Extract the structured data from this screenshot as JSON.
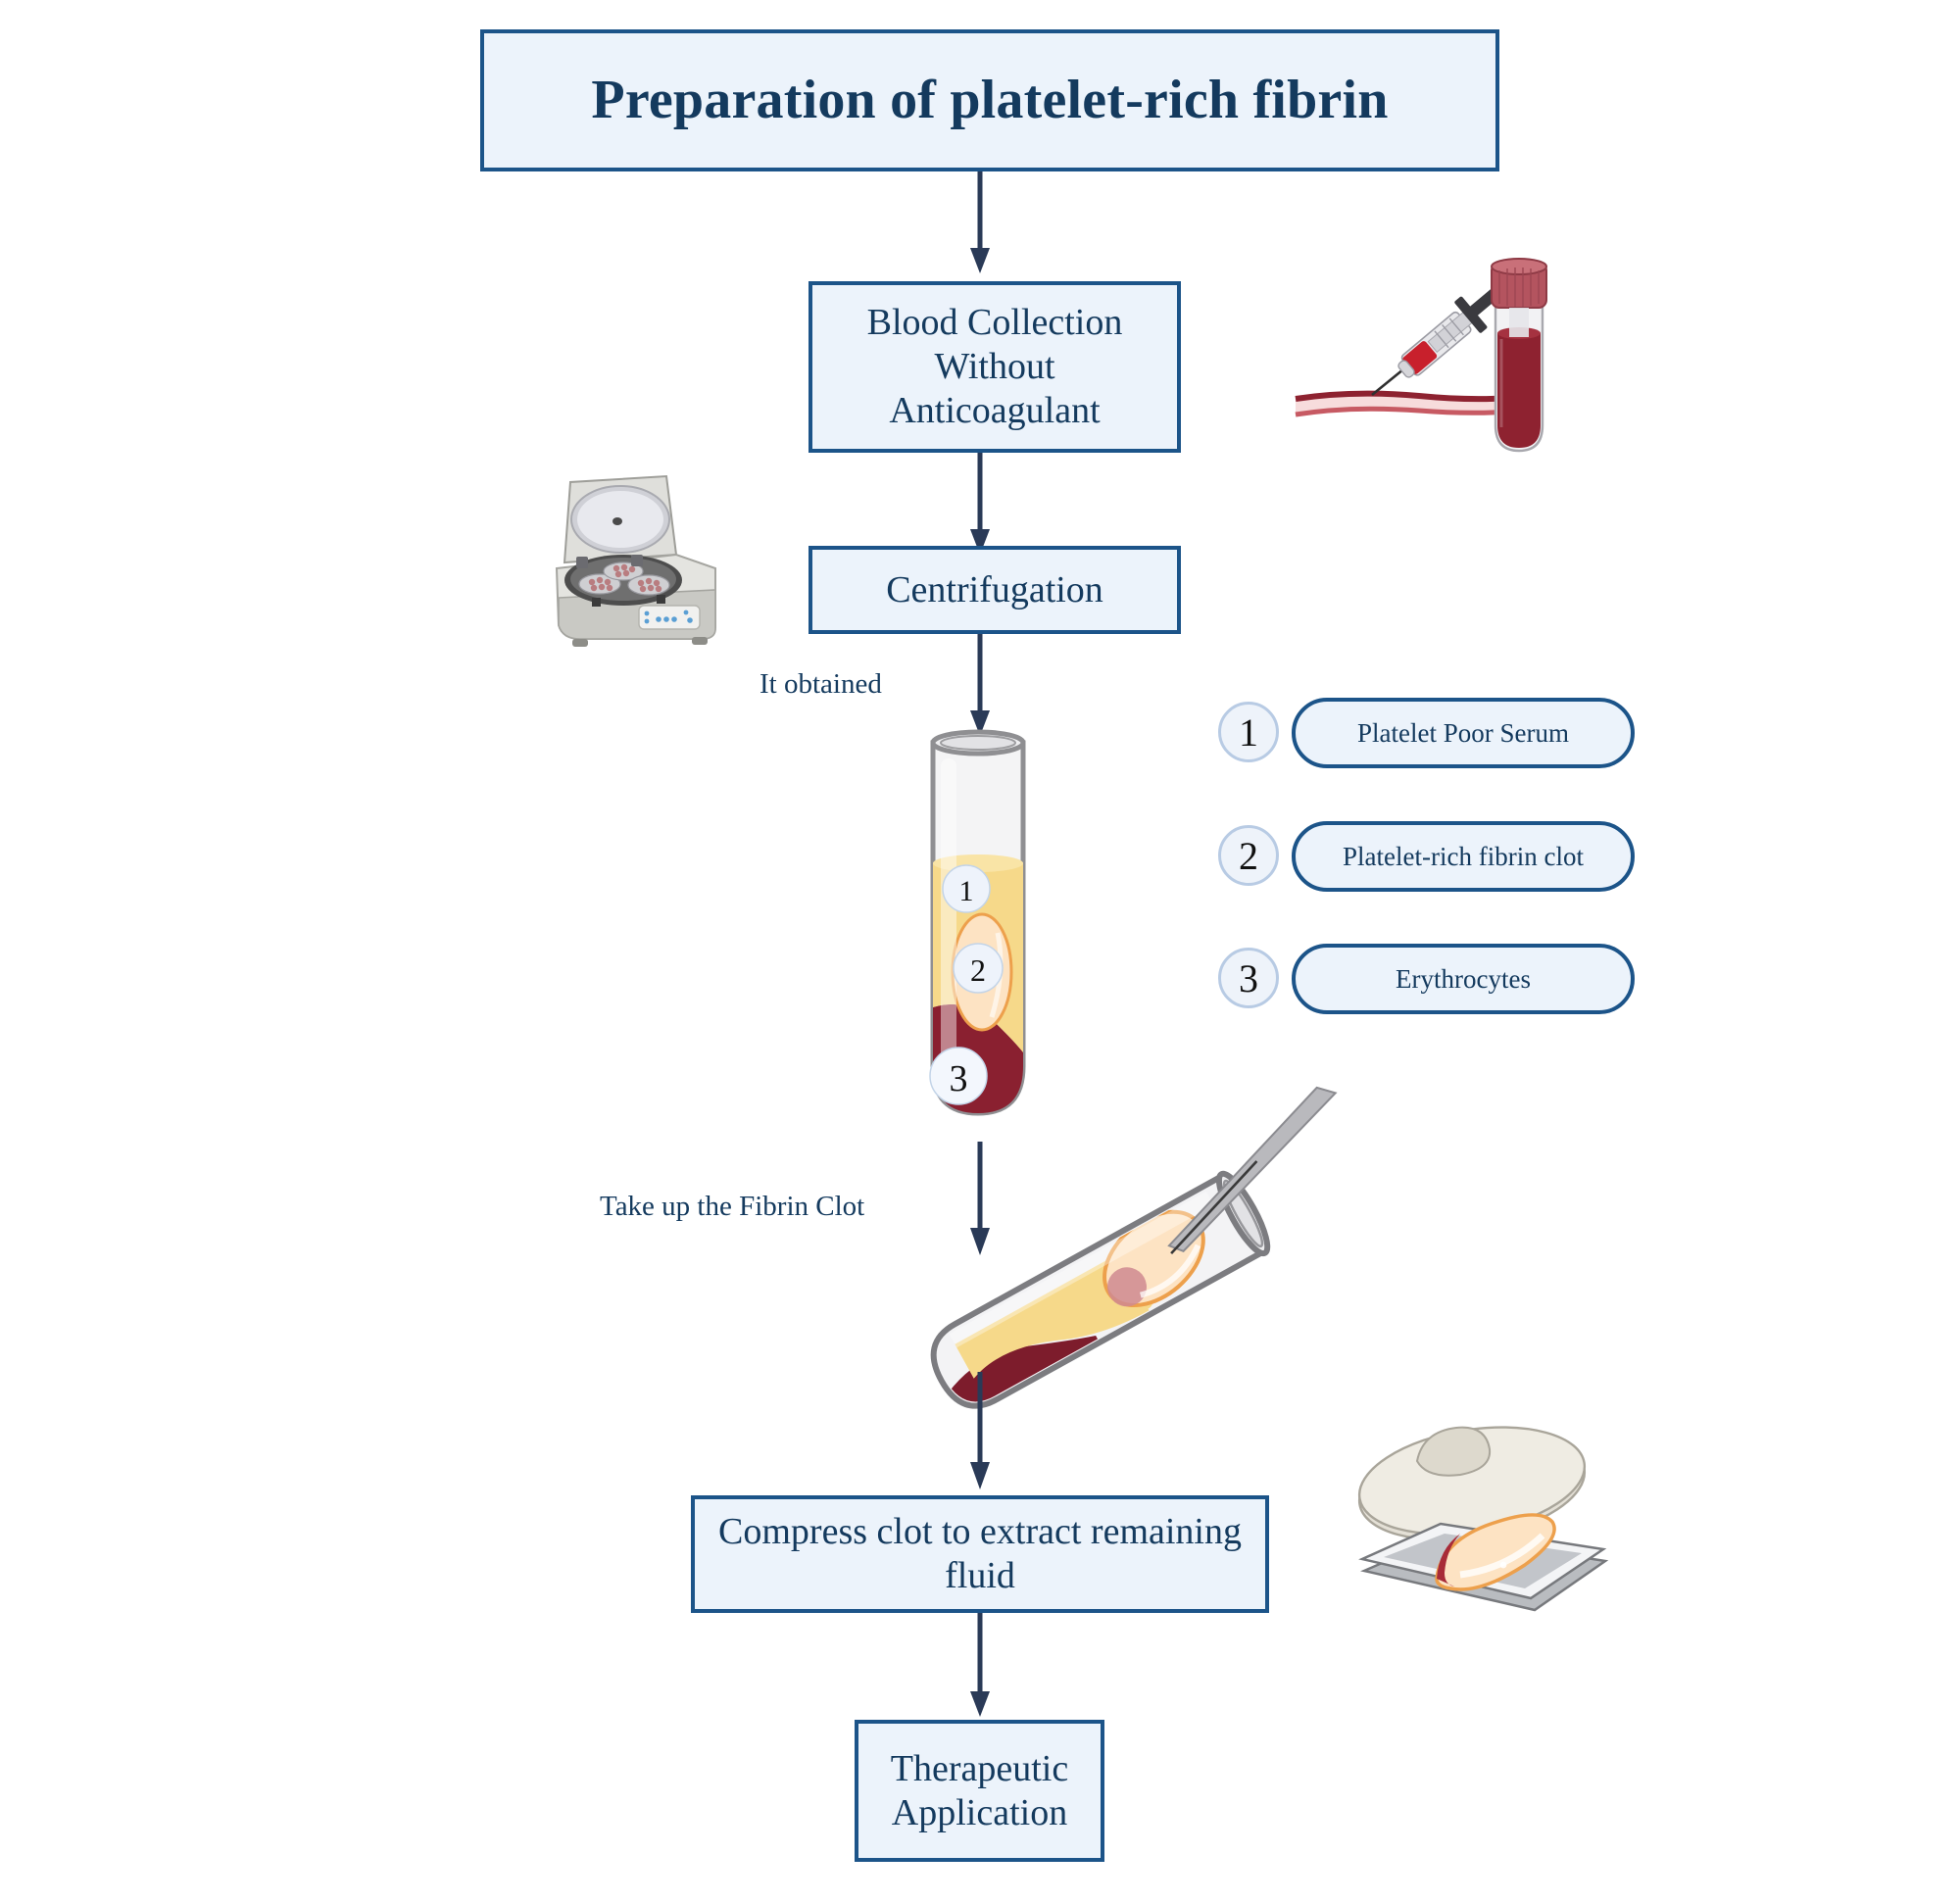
{
  "diagram": {
    "title": "Preparation of platelet-rich fibrin",
    "nodes": {
      "blood_collection": "Blood Collection Without Anticoagulant",
      "blood_collection_line1": "Blood Collection",
      "blood_collection_line2": "Without",
      "blood_collection_line3": "Anticoagulant",
      "centrifugation": "Centrifugation",
      "compress": "Compress clot to extract remaining fluid",
      "compress_line1": "Compress clot to extract remaining",
      "compress_line2": "fluid",
      "therapeutic_line1": "Therapeutic",
      "therapeutic_line2": "Application"
    },
    "edge_labels": {
      "it_obtained": "It obtained",
      "take_up_clot": "Take up the Fibrin Clot"
    },
    "legend": [
      {
        "number": "1",
        "label": "Platelet Poor Serum"
      },
      {
        "number": "2",
        "label": "Platelet-rich fibrin clot"
      },
      {
        "number": "3",
        "label": "Erythrocytes"
      }
    ],
    "tube_layers": [
      {
        "number": "1",
        "name": "platelet-poor-serum-layer"
      },
      {
        "number": "2",
        "name": "platelet-rich-fibrin-clot-layer"
      },
      {
        "number": "3",
        "name": "erythrocyte-layer"
      }
    ],
    "illustrations": [
      {
        "name": "syringe-blood-draw-illustration"
      },
      {
        "name": "blood-collection-tube-illustration"
      },
      {
        "name": "centrifuge-illustration"
      },
      {
        "name": "layered-test-tube-illustration"
      },
      {
        "name": "tilted-tube-forceps-illustration"
      },
      {
        "name": "compression-tray-illustration"
      }
    ],
    "colors": {
      "box_fill": "#ecf3fb",
      "box_border": "#1c5489",
      "text": "#143a5e",
      "arrow": "#2a3a57",
      "serum": "#f6d98a",
      "fibrin_clot": "#fde3c3",
      "erythrocytes": "#8a2030"
    }
  }
}
